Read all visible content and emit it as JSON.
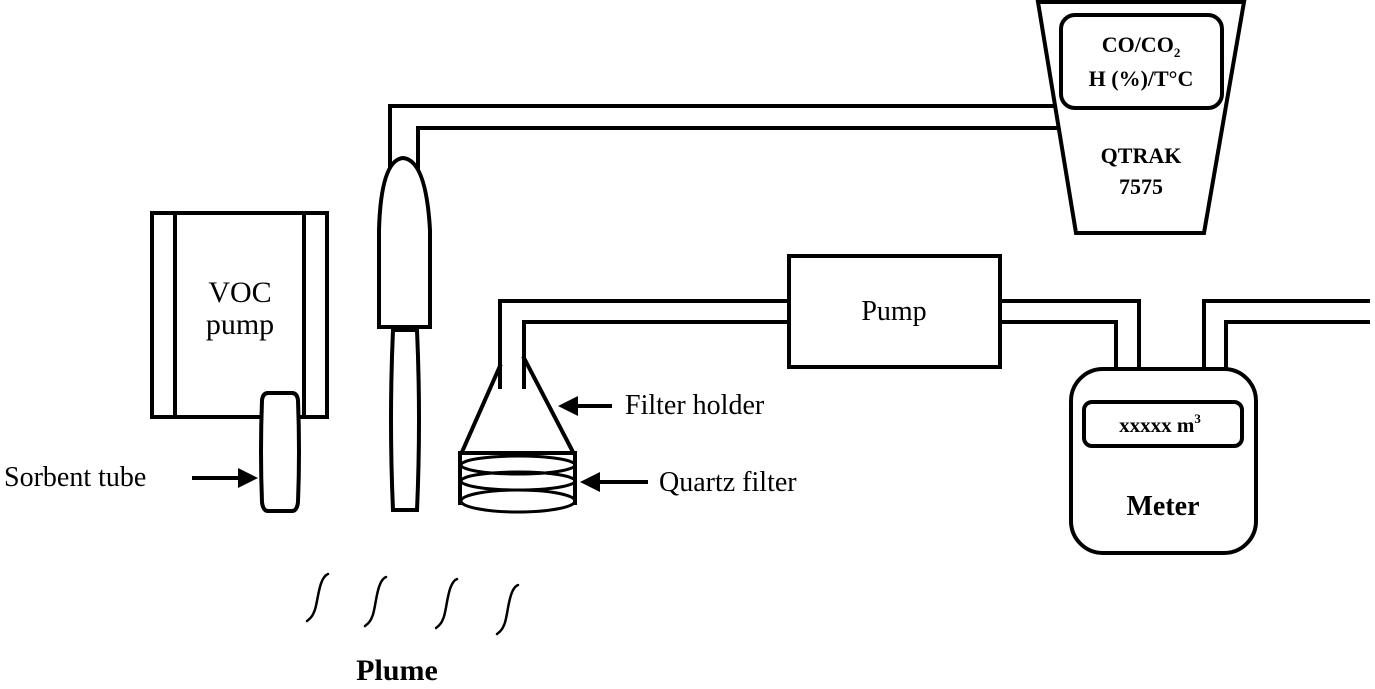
{
  "diagram": {
    "title": "Sampling setup schematic",
    "components": {
      "qtrak": {
        "display_line1": "CO/CO",
        "display_line1_sub": "2",
        "display_line2": "H (%)/T°C",
        "name_line1": "QTRAK",
        "name_line2": "7575"
      },
      "voc_pump": {
        "line1": "VOC",
        "line2": "pump"
      },
      "sorbent_tube": {
        "label": "Sorbent tube"
      },
      "filter_holder": {
        "label": "Filter holder"
      },
      "quartz_filter": {
        "label": "Quartz filter"
      },
      "pump": {
        "label": "Pump"
      },
      "meter": {
        "display": "xxxxx m",
        "display_sup": "3",
        "label": "Meter"
      },
      "plume": {
        "label": "Plume"
      }
    },
    "colors": {
      "stroke": "#000000",
      "background": "#ffffff"
    }
  }
}
